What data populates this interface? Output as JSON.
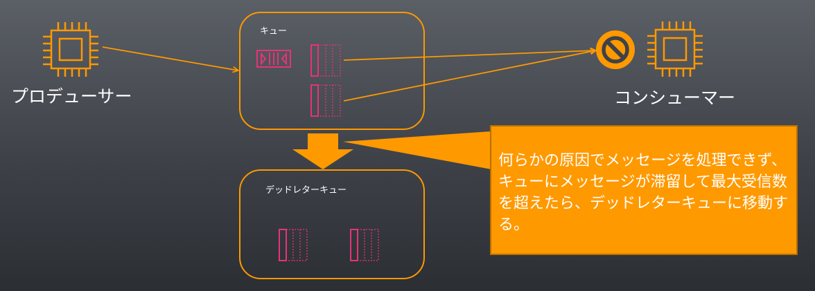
{
  "producer": {
    "label": "プロデューサー",
    "icon": "chip-icon"
  },
  "consumer": {
    "label": "コンシューマー",
    "icon": "chip-icon",
    "status_icon": "prohibited-icon"
  },
  "queue": {
    "label": "キュー"
  },
  "dead_letter_queue": {
    "label": "デッドレターキュー"
  },
  "callout": {
    "text": "何らかの原因でメッセージを処理できず、キューにメッセージが滞留して最大受信数を超えたら、デッドレターキューに移動する。"
  },
  "colors": {
    "accent": "#ff9900",
    "message": "#e7337a",
    "background": "#45494f",
    "text": "#ffffff"
  }
}
